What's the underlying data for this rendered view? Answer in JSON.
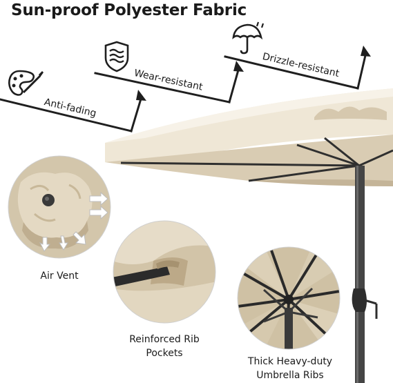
{
  "title": "Sun-proof Polyester Fabric",
  "features": [
    {
      "label": "Anti-fading",
      "icon": "palette-icon"
    },
    {
      "label": "Wear-resistant",
      "icon": "wave-shield-icon"
    },
    {
      "label": "Drizzle-resistant",
      "icon": "umbrella-rain-icon"
    }
  ],
  "details": {
    "air_vent": "Air Vent",
    "rib_pockets_line1": "Reinforced Rib",
    "rib_pockets_line2": "Pockets",
    "ribs_line1": "Thick Heavy-duty",
    "ribs_line2": "Umbrella Ribs"
  },
  "colors": {
    "fabric": "#e6dcc8",
    "fabric_shadow": "#cdbfa6",
    "frame": "#3c3c3c",
    "line": "#1f1f1f"
  }
}
